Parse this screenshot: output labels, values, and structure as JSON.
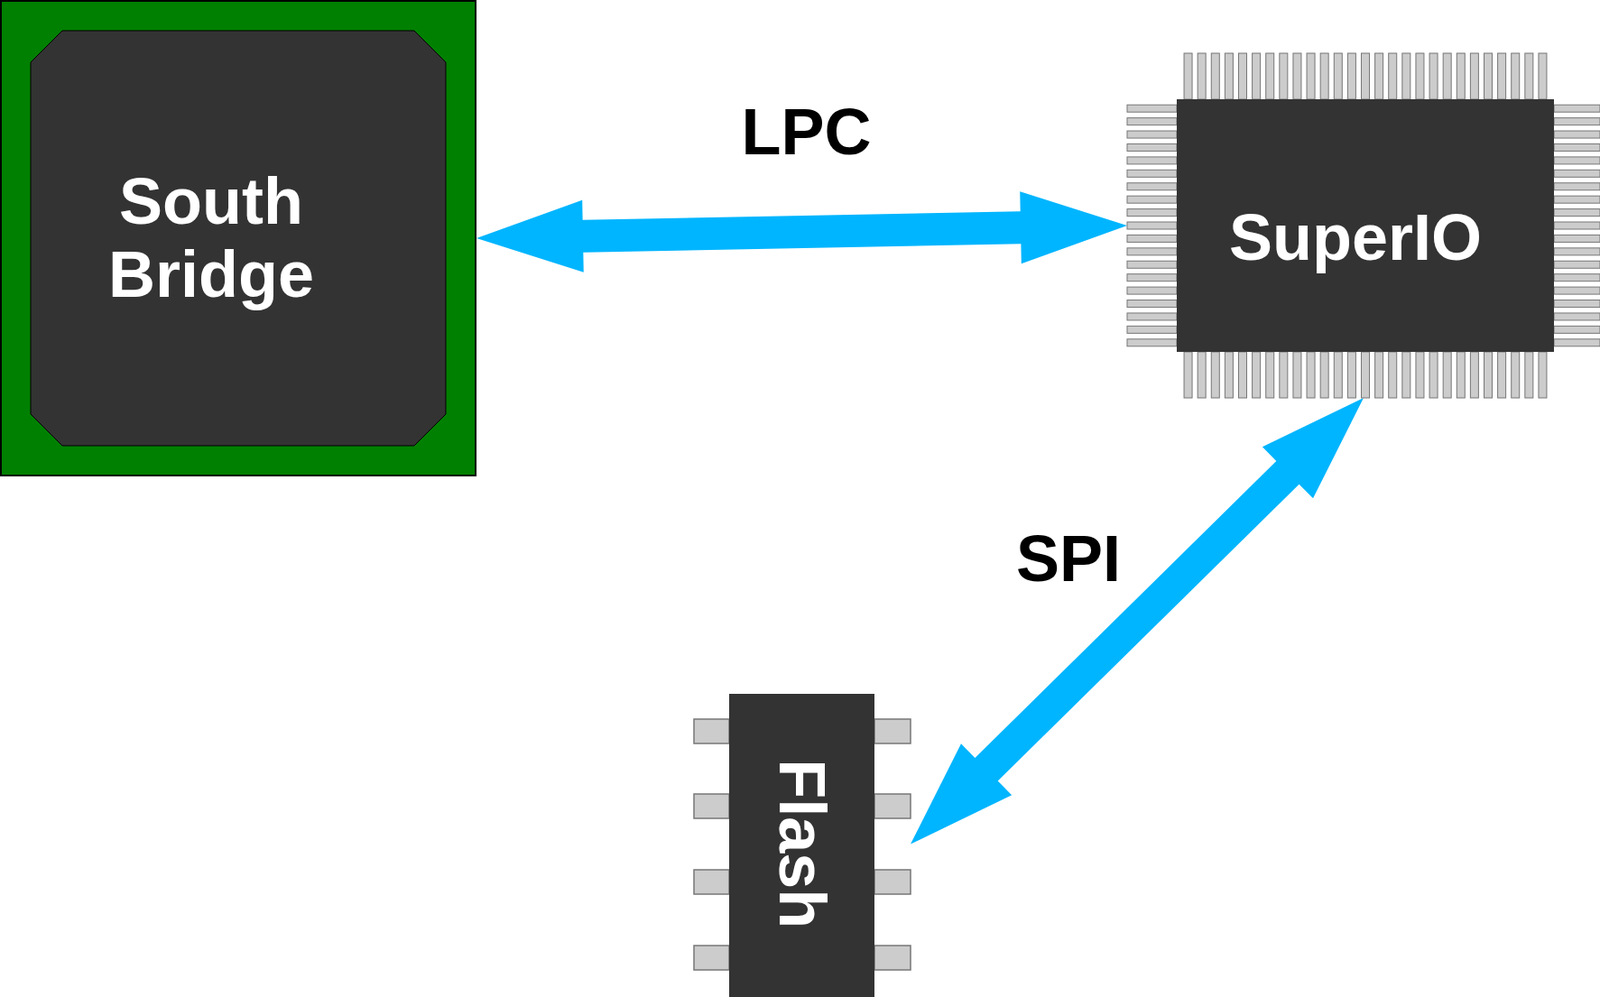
{
  "diagram": {
    "nodes": [
      {
        "text": [
          "South Bridge"
        ]
      },
      {
        "text": [
          "SuperIO"
        ]
      },
      {
        "text": [
          "Flash"
        ]
      }
    ],
    "edges": [
      {
        "from": 0,
        "to": 1,
        "label": "LPC",
        "arrow": "both"
      },
      {
        "from": 1,
        "to": 2,
        "label": "SPI",
        "arrow": "both"
      }
    ]
  }
}
